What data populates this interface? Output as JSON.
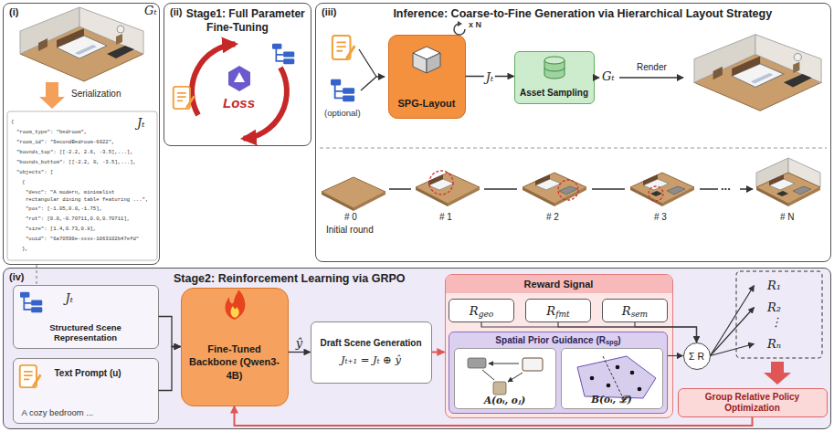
{
  "diagram": {
    "nodes": [
      {
        "text": [
          "(i)"
        ]
      },
      {
        "text": [
          "(ii)",
          "Stage1: Full Parameter Fine-Tuning"
        ]
      },
      {
        "text": [
          "(iii)",
          "Inference: Coarse-to-Fine Generation via Hierarchical Layout Strategy"
        ]
      },
      {
        "text": [
          "SPG-Layout"
        ],
        "in": 2
      },
      {
        "text": [
          "Asset Sampling"
        ],
        "in": 2
      },
      {
        "text": [
          "(iv)",
          "Stage2: Reinforcement Learning via GRPO"
        ]
      },
      {
        "text": [
          "Jₜ",
          "Structured Scene Representation"
        ],
        "in": 5
      },
      {
        "text": [
          "Text Prompt (u)",
          "A cozy bedroom ..."
        ],
        "in": 5
      },
      {
        "text": [
          "Fine-Tuned Backbone (Qwen3-4B)"
        ],
        "in": 5
      },
      {
        "text": [
          "Draft Scene Generation",
          "Jₜ₊₁ = Jₜ ⊕ ŷ"
        ],
        "in": 5
      },
      {
        "text": [
          "Reward Signal"
        ],
        "in": 5
      },
      {
        "text": [
          "R",
          "geo"
        ],
        "in": 10
      },
      {
        "text": [
          "R",
          "fmt"
        ],
        "in": 10
      },
      {
        "text": [
          "R",
          "sem"
        ],
        "in": 10
      },
      {
        "text": [
          "Spatial Prior Guidance (R",
          "spg",
          ")"
        ],
        "in": 10
      },
      {
        "text": [
          "A(oᵢ, oⱼ)"
        ],
        "in": 14
      },
      {
        "text": [
          "B(oᵢ, ℒ)"
        ],
        "in": 14
      },
      {
        "text": [
          "Σ R"
        ],
        "in": 5
      },
      {
        "text": [
          "R₁"
        ],
        "in": 5
      },
      {
        "text": [
          "R₂"
        ],
        "in": 5
      },
      {
        "text": [
          "Rₙ"
        ],
        "in": 5
      },
      {
        "text": [
          "Group Relative Policy Optimization"
        ],
        "in": 5
      }
    ],
    "edges": [
      {
        "from": 0,
        "to": 6,
        "arrow": "none"
      },
      {
        "from": 6,
        "to": 8,
        "arrow": "to"
      },
      {
        "from": 7,
        "to": 8,
        "arrow": "to"
      },
      {
        "from": 8,
        "to": 9,
        "label": "ŷ",
        "arrow": "to"
      },
      {
        "from": 9,
        "to": 10,
        "arrow": "to"
      },
      {
        "from": 11,
        "to": 17,
        "arrow": "to"
      },
      {
        "from": 12,
        "to": 17,
        "arrow": "to"
      },
      {
        "from": 13,
        "to": 17,
        "arrow": "to"
      },
      {
        "from": 14,
        "to": 17,
        "arrow": "to"
      },
      {
        "from": 17,
        "to": 18,
        "arrow": "to"
      },
      {
        "from": 17,
        "to": 19,
        "arrow": "to"
      },
      {
        "from": 17,
        "to": 20,
        "arrow": "to"
      },
      {
        "from": 21,
        "to": 8,
        "arrow": "to"
      },
      {
        "from": 3,
        "to": 4,
        "label": "Jₜ",
        "arrow": "to"
      }
    ],
    "labels": [
      "Gₜ",
      "Serialization",
      "{",
      "\"room_type\": \"bedroom\",",
      "\"room_id\": \"SecondBedroom-6022\",",
      "\"bounds_top\": [[-2.2, 2.6, -3.5],...],",
      "\"bounds_bottom\": [[-2.2, 0, -3.5],...],",
      "\"objects\": [",
      "{",
      "\"desc\": \"A modern, minimalist rectangular dining table featuring ...\",",
      "\"pos\": [-1.05,0.0,-1.75],",
      "\"rot\": [0.0,-0.70711,0.0,0.70711],",
      "\"size\": [1.4,0.73,0.8],",
      "\"uuid\": \"6a70599e-xxxx-1063102b47efd\"",
      "},",
      "Jₜ",
      "Loss",
      "x N",
      "(optional)",
      "Gₜ",
      "Render",
      "# 0",
      "Initial round",
      "# 1",
      "# 2",
      "# 3",
      "...",
      "# N",
      "⋮"
    ]
  }
}
